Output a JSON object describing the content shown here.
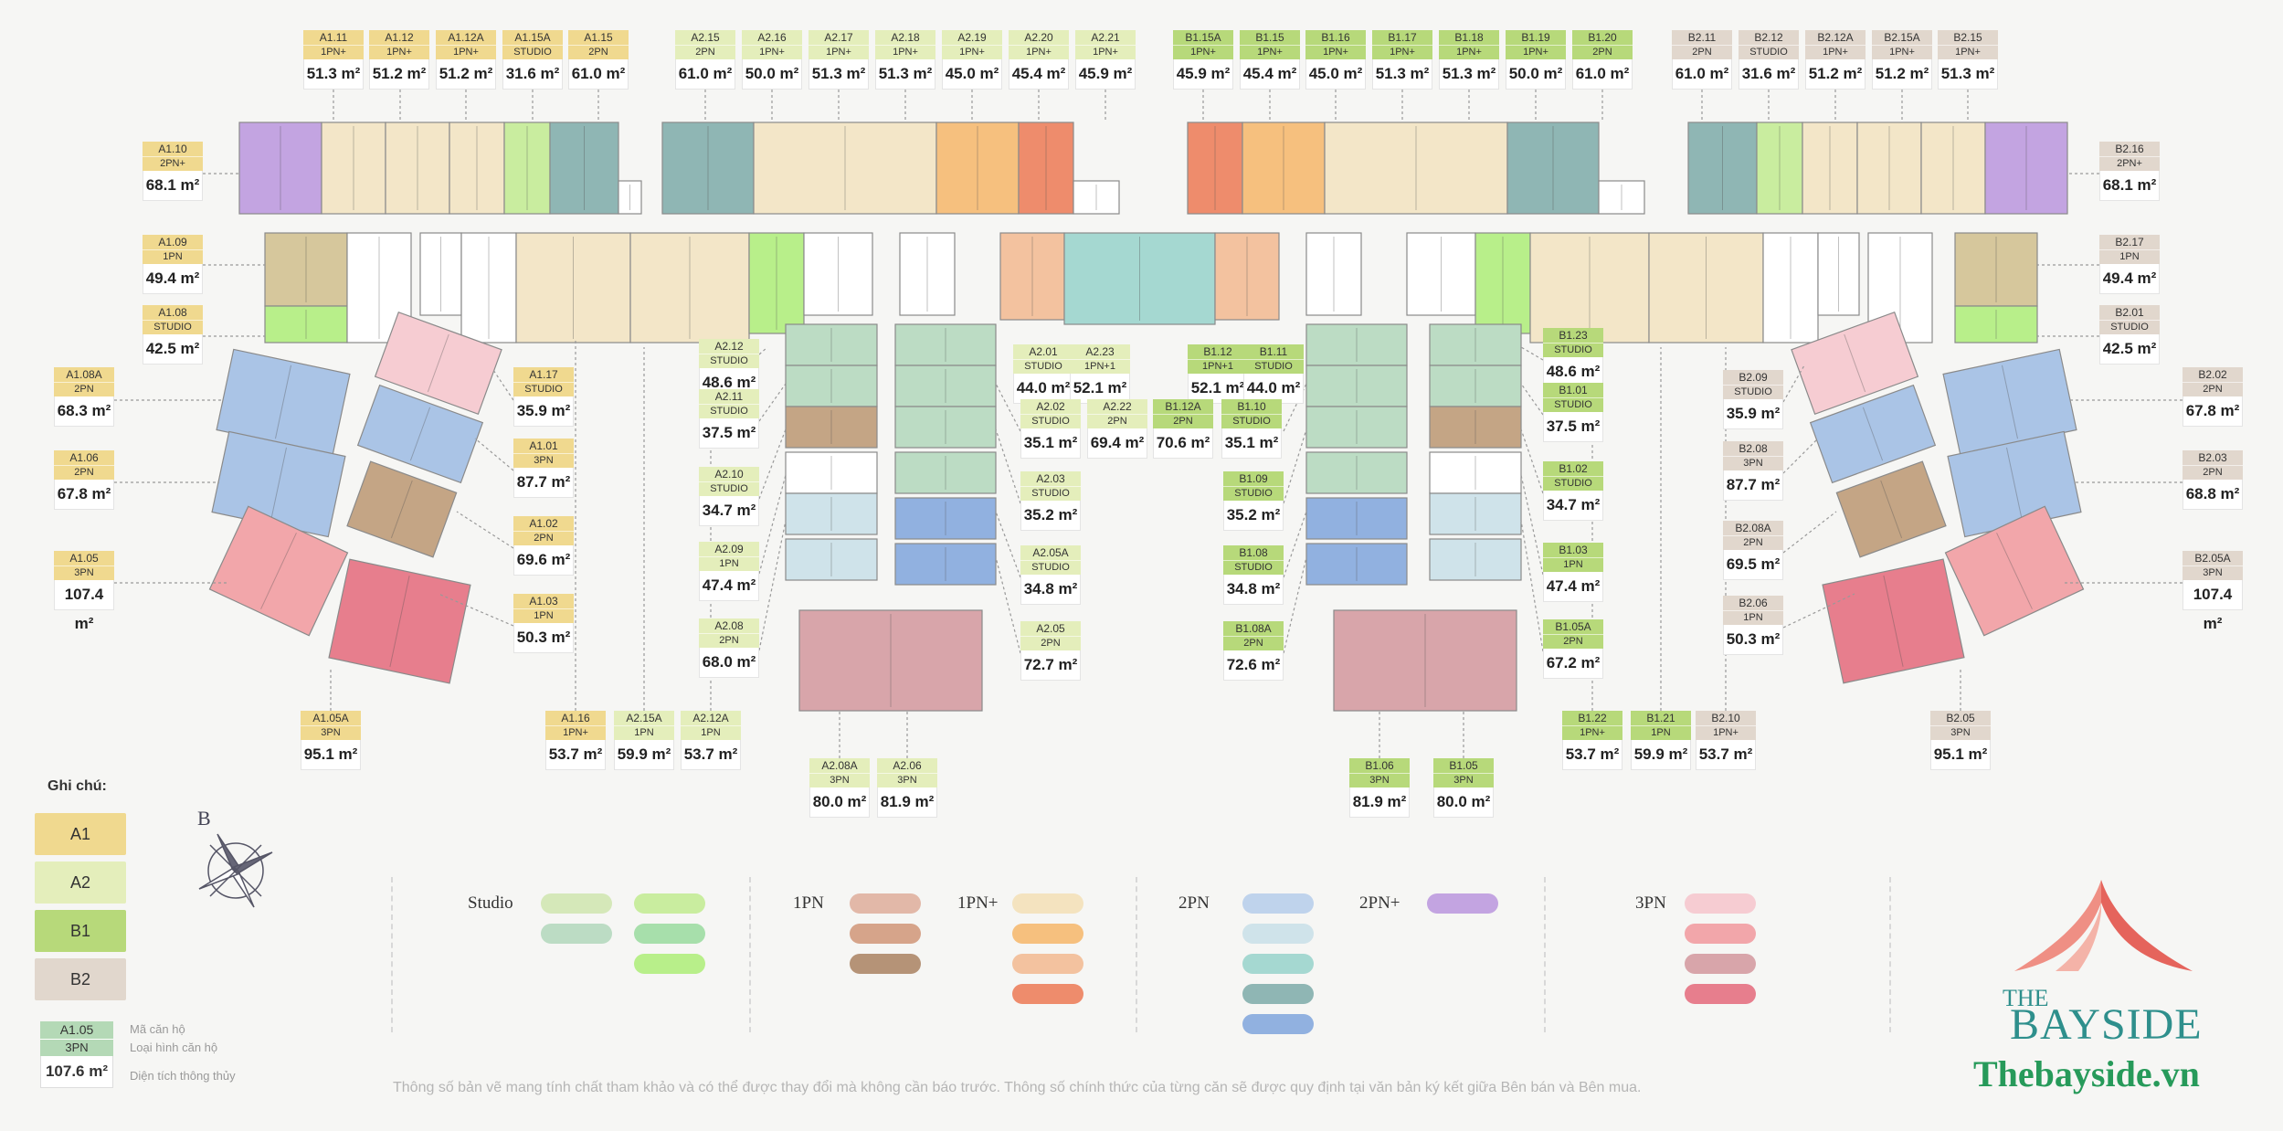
{
  "legend": {
    "title": "Ghi chú:",
    "groups": [
      {
        "label": "A1",
        "color": "#f0d98f"
      },
      {
        "label": "A2",
        "color": "#e4eebb"
      },
      {
        "label": "B1",
        "color": "#b7d97a"
      },
      {
        "label": "B2",
        "color": "#e1d7cd"
      }
    ]
  },
  "compass_label": "B",
  "swatches": {
    "studio": {
      "label": "Studio",
      "colors": [
        "#d5e8b9",
        "#bcdcc4",
        "#c9ed9f",
        "#a7dfab",
        "#b8ef8a"
      ]
    },
    "p1": {
      "label": "1PN",
      "colors": [
        "#e2b8a8",
        "#d6a48a",
        "#b59377"
      ]
    },
    "p1plus": {
      "label": "1PN+",
      "colors": [
        "#f4e3bf",
        "#f6c07e",
        "#f3c29f",
        "#ee8c6c"
      ]
    },
    "p2": {
      "label": "2PN",
      "colors": [
        "#bfd3ec",
        "#cfe3ea",
        "#a5d8d1",
        "#8fb6b4",
        "#91b1e0"
      ]
    },
    "p2plus": {
      "label": "2PN+",
      "colors": [
        "#c3a4e1"
      ]
    },
    "p3": {
      "label": "3PN",
      "colors": [
        "#f6ccd2",
        "#f2a6aa",
        "#d8a5aa",
        "#e77e8d"
      ]
    }
  },
  "example": {
    "code": "A1.05",
    "type": "3PN",
    "area": "107.6 m²",
    "code_desc": "Mã căn hộ",
    "type_desc": "Loại hình căn hộ",
    "area_desc": "Diện tích thông thủy"
  },
  "disclaimer": "Thông số bản vẽ mang tính chất tham khảo và có thể được thay đổi mà không cần báo trước. Thông số chính thức của từng căn sẽ được quy định tại văn bản ký kết giữa Bên bán và Bên mua.",
  "brand": {
    "the": "THE",
    "name": "BAYSIDE",
    "website": "Thebayside.vn"
  },
  "units": [
    {
      "code": "A1.11",
      "type": "1PN+",
      "area": "51.3 m²",
      "group": "A1"
    },
    {
      "code": "A1.12",
      "type": "1PN+",
      "area": "51.2 m²",
      "group": "A1"
    },
    {
      "code": "A1.12A",
      "type": "1PN+",
      "area": "51.2 m²",
      "group": "A1"
    },
    {
      "code": "A1.15A",
      "type": "STUDIO",
      "area": "31.6 m²",
      "group": "A1"
    },
    {
      "code": "A1.15",
      "type": "2PN",
      "area": "61.0 m²",
      "group": "A1"
    },
    {
      "code": "A2.15",
      "type": "2PN",
      "area": "61.0 m²",
      "group": "A2"
    },
    {
      "code": "A2.16",
      "type": "1PN+",
      "area": "50.0 m²",
      "group": "A2"
    },
    {
      "code": "A2.17",
      "type": "1PN+",
      "area": "51.3 m²",
      "group": "A2"
    },
    {
      "code": "A2.18",
      "type": "1PN+",
      "area": "51.3 m²",
      "group": "A2"
    },
    {
      "code": "A2.19",
      "type": "1PN+",
      "area": "45.0 m²",
      "group": "A2"
    },
    {
      "code": "A2.20",
      "type": "1PN+",
      "area": "45.4 m²",
      "group": "A2"
    },
    {
      "code": "A2.21",
      "type": "1PN+",
      "area": "45.9 m²",
      "group": "A2"
    },
    {
      "code": "B1.15A",
      "type": "1PN+",
      "area": "45.9 m²",
      "group": "B1"
    },
    {
      "code": "B1.15",
      "type": "1PN+",
      "area": "45.4 m²",
      "group": "B1"
    },
    {
      "code": "B1.16",
      "type": "1PN+",
      "area": "45.0 m²",
      "group": "B1"
    },
    {
      "code": "B1.17",
      "type": "1PN+",
      "area": "51.3 m²",
      "group": "B1"
    },
    {
      "code": "B1.18",
      "type": "1PN+",
      "area": "51.3 m²",
      "group": "B1"
    },
    {
      "code": "B1.19",
      "type": "1PN+",
      "area": "50.0 m²",
      "group": "B1"
    },
    {
      "code": "B1.20",
      "type": "2PN",
      "area": "61.0 m²",
      "group": "B1"
    },
    {
      "code": "B2.11",
      "type": "2PN",
      "area": "61.0 m²",
      "group": "B2"
    },
    {
      "code": "B2.12",
      "type": "STUDIO",
      "area": "31.6 m²",
      "group": "B2"
    },
    {
      "code": "B2.12A",
      "type": "1PN+",
      "area": "51.2 m²",
      "group": "B2"
    },
    {
      "code": "B2.15A",
      "type": "1PN+",
      "area": "51.2 m²",
      "group": "B2"
    },
    {
      "code": "B2.15",
      "type": "1PN+",
      "area": "51.3 m²",
      "group": "B2"
    },
    {
      "code": "A1.10",
      "type": "2PN+",
      "area": "68.1 m²",
      "group": "A1"
    },
    {
      "code": "A1.09",
      "type": "1PN",
      "area": "49.4 m²",
      "group": "A1"
    },
    {
      "code": "A1.08",
      "type": "STUDIO",
      "area": "42.5 m²",
      "group": "A1"
    },
    {
      "code": "A1.08A",
      "type": "2PN",
      "area": "68.3 m²",
      "group": "A1"
    },
    {
      "code": "A1.06",
      "type": "2PN",
      "area": "67.8 m²",
      "group": "A1"
    },
    {
      "code": "A1.05",
      "type": "3PN",
      "area": "107.4 m²",
      "group": "A1"
    },
    {
      "code": "A1.05A",
      "type": "3PN",
      "area": "95.1 m²",
      "group": "A1"
    },
    {
      "code": "A1.17",
      "type": "STUDIO",
      "area": "35.9 m²",
      "group": "A1"
    },
    {
      "code": "A1.01",
      "type": "3PN",
      "area": "87.7 m²",
      "group": "A1"
    },
    {
      "code": "A1.02",
      "type": "2PN",
      "area": "69.6 m²",
      "group": "A1"
    },
    {
      "code": "A1.03",
      "type": "1PN",
      "area": "50.3 m²",
      "group": "A1"
    },
    {
      "code": "A1.16",
      "type": "1PN+",
      "area": "53.7 m²",
      "group": "A1"
    },
    {
      "code": "A2.15A",
      "type": "1PN",
      "area": "59.9 m²",
      "group": "A2"
    },
    {
      "code": "A2.12A",
      "type": "1PN",
      "area": "53.7 m²",
      "group": "A2"
    },
    {
      "code": "A2.12",
      "type": "STUDIO",
      "area": "48.6 m²",
      "group": "A2"
    },
    {
      "code": "A2.11",
      "type": "STUDIO",
      "area": "37.5 m²",
      "group": "A2"
    },
    {
      "code": "A2.10",
      "type": "STUDIO",
      "area": "34.7 m²",
      "group": "A2"
    },
    {
      "code": "A2.09",
      "type": "1PN",
      "area": "47.4 m²",
      "group": "A2"
    },
    {
      "code": "A2.08",
      "type": "2PN",
      "area": "68.0 m²",
      "group": "A2"
    },
    {
      "code": "A2.08A",
      "type": "3PN",
      "area": "80.0 m²",
      "group": "A2"
    },
    {
      "code": "A2.06",
      "type": "3PN",
      "area": "81.9 m²",
      "group": "A2"
    },
    {
      "code": "A2.01",
      "type": "STUDIO",
      "area": "44.0 m²",
      "group": "A2"
    },
    {
      "code": "A2.23",
      "type": "1PN+1",
      "area": "52.1 m²",
      "group": "A2"
    },
    {
      "code": "A2.02",
      "type": "STUDIO",
      "area": "35.1 m²",
      "group": "A2"
    },
    {
      "code": "A2.22",
      "type": "2PN",
      "area": "69.4 m²",
      "group": "A2"
    },
    {
      "code": "A2.03",
      "type": "STUDIO",
      "area": "35.2 m²",
      "group": "A2"
    },
    {
      "code": "A2.05A",
      "type": "STUDIO",
      "area": "34.8 m²",
      "group": "A2"
    },
    {
      "code": "A2.05",
      "type": "2PN",
      "area": "72.7 m²",
      "group": "A2"
    },
    {
      "code": "B1.12",
      "type": "1PN+1",
      "area": "52.1 m²",
      "group": "B1"
    },
    {
      "code": "B1.11",
      "type": "STUDIO",
      "area": "44.0 m²",
      "group": "B1"
    },
    {
      "code": "B1.12A",
      "type": "2PN",
      "area": "70.6 m²",
      "group": "B1"
    },
    {
      "code": "B1.10",
      "type": "STUDIO",
      "area": "35.1 m²",
      "group": "B1"
    },
    {
      "code": "B1.09",
      "type": "STUDIO",
      "area": "35.2 m²",
      "group": "B1"
    },
    {
      "code": "B1.08",
      "type": "STUDIO",
      "area": "34.8 m²",
      "group": "B1"
    },
    {
      "code": "B1.08A",
      "type": "2PN",
      "area": "72.6 m²",
      "group": "B1"
    },
    {
      "code": "B1.06",
      "type": "3PN",
      "area": "81.9 m²",
      "group": "B1"
    },
    {
      "code": "B1.05",
      "type": "3PN",
      "area": "80.0 m²",
      "group": "B1"
    },
    {
      "code": "B1.23",
      "type": "STUDIO",
      "area": "48.6 m²",
      "group": "B1"
    },
    {
      "code": "B1.01",
      "type": "STUDIO",
      "area": "37.5 m²",
      "group": "B1"
    },
    {
      "code": "B1.02",
      "type": "STUDIO",
      "area": "34.7 m²",
      "group": "B1"
    },
    {
      "code": "B1.03",
      "type": "1PN",
      "area": "47.4 m²",
      "group": "B1"
    },
    {
      "code": "B1.05A",
      "type": "2PN",
      "area": "67.2 m²",
      "group": "B1"
    },
    {
      "code": "B1.22",
      "type": "1PN+",
      "area": "53.7 m²",
      "group": "B1"
    },
    {
      "code": "B1.21",
      "type": "1PN",
      "area": "59.9 m²",
      "group": "B1"
    },
    {
      "code": "B2.10",
      "type": "1PN+",
      "area": "53.7 m²",
      "group": "B2"
    },
    {
      "code": "B2.09",
      "type": "STUDIO",
      "area": "35.9 m²",
      "group": "B2"
    },
    {
      "code": "B2.08",
      "type": "3PN",
      "area": "87.7 m²",
      "group": "B2"
    },
    {
      "code": "B2.08A",
      "type": "2PN",
      "area": "69.5 m²",
      "group": "B2"
    },
    {
      "code": "B2.06",
      "type": "1PN",
      "area": "50.3 m²",
      "group": "B2"
    },
    {
      "code": "B2.05",
      "type": "3PN",
      "area": "95.1 m²",
      "group": "B2"
    },
    {
      "code": "B2.16",
      "type": "2PN+",
      "area": "68.1 m²",
      "group": "B2"
    },
    {
      "code": "B2.17",
      "type": "1PN",
      "area": "49.4 m²",
      "group": "B2"
    },
    {
      "code": "B2.01",
      "type": "STUDIO",
      "area": "42.5 m²",
      "group": "B2"
    },
    {
      "code": "B2.02",
      "type": "2PN",
      "area": "67.8 m²",
      "group": "B2"
    },
    {
      "code": "B2.03",
      "type": "2PN",
      "area": "68.8 m²",
      "group": "B2"
    },
    {
      "code": "B2.05A",
      "type": "3PN",
      "area": "107.4 m²",
      "group": "B2"
    }
  ]
}
